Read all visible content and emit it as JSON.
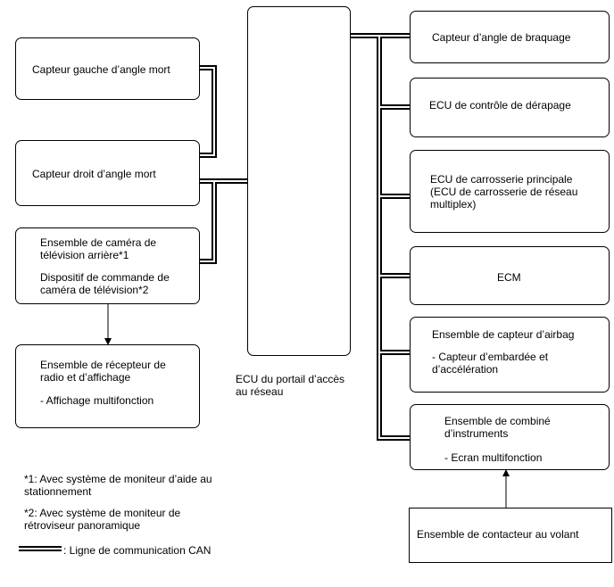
{
  "left_modules": {
    "blind_spot_left": "Capteur gauche d’angle mort",
    "blind_spot_right": "Capteur droit d’angle mort",
    "camera_unit": {
      "line1": "Ensemble de caméra de",
      "line2": "télévision arrière*1",
      "line3": "Dispositif de commande de",
      "line4": "caméra de télévision*2"
    },
    "radio_receiver": {
      "line1": "Ensemble de récepteur de",
      "line2": "radio et d’affichage",
      "line3": "- Affichage multifonction"
    }
  },
  "gateway": {
    "line1": "ECU du portail d’accès",
    "line2": "au réseau"
  },
  "right_modules": {
    "steering_angle": "Capteur d’angle de braquage",
    "skid_control": "ECU de contrôle de dérapage",
    "main_body": {
      "line1": "ECU de carrosserie principale",
      "line2": "(ECU de carrosserie de réseau",
      "line3": "multiplex)"
    },
    "ecm": "ECM",
    "airbag": {
      "line1": "Ensemble de capteur d’airbag",
      "line2": "- Capteur d’embardée et",
      "line3": "d’accélération"
    },
    "meter": {
      "line1": "Ensemble de combiné",
      "line2": "d’instruments",
      "line3": "- Ecran multifonction"
    },
    "steering_switch": "Ensemble de contacteur au volant"
  },
  "notes": {
    "note1_line1": "*1: Avec système de moniteur d’aide au",
    "note1_line2": "stationnement",
    "note2_line1": "*2: Avec système de moniteur de",
    "note2_line2": "rétroviseur panoramique",
    "legend_label": ": Ligne de communication CAN"
  }
}
